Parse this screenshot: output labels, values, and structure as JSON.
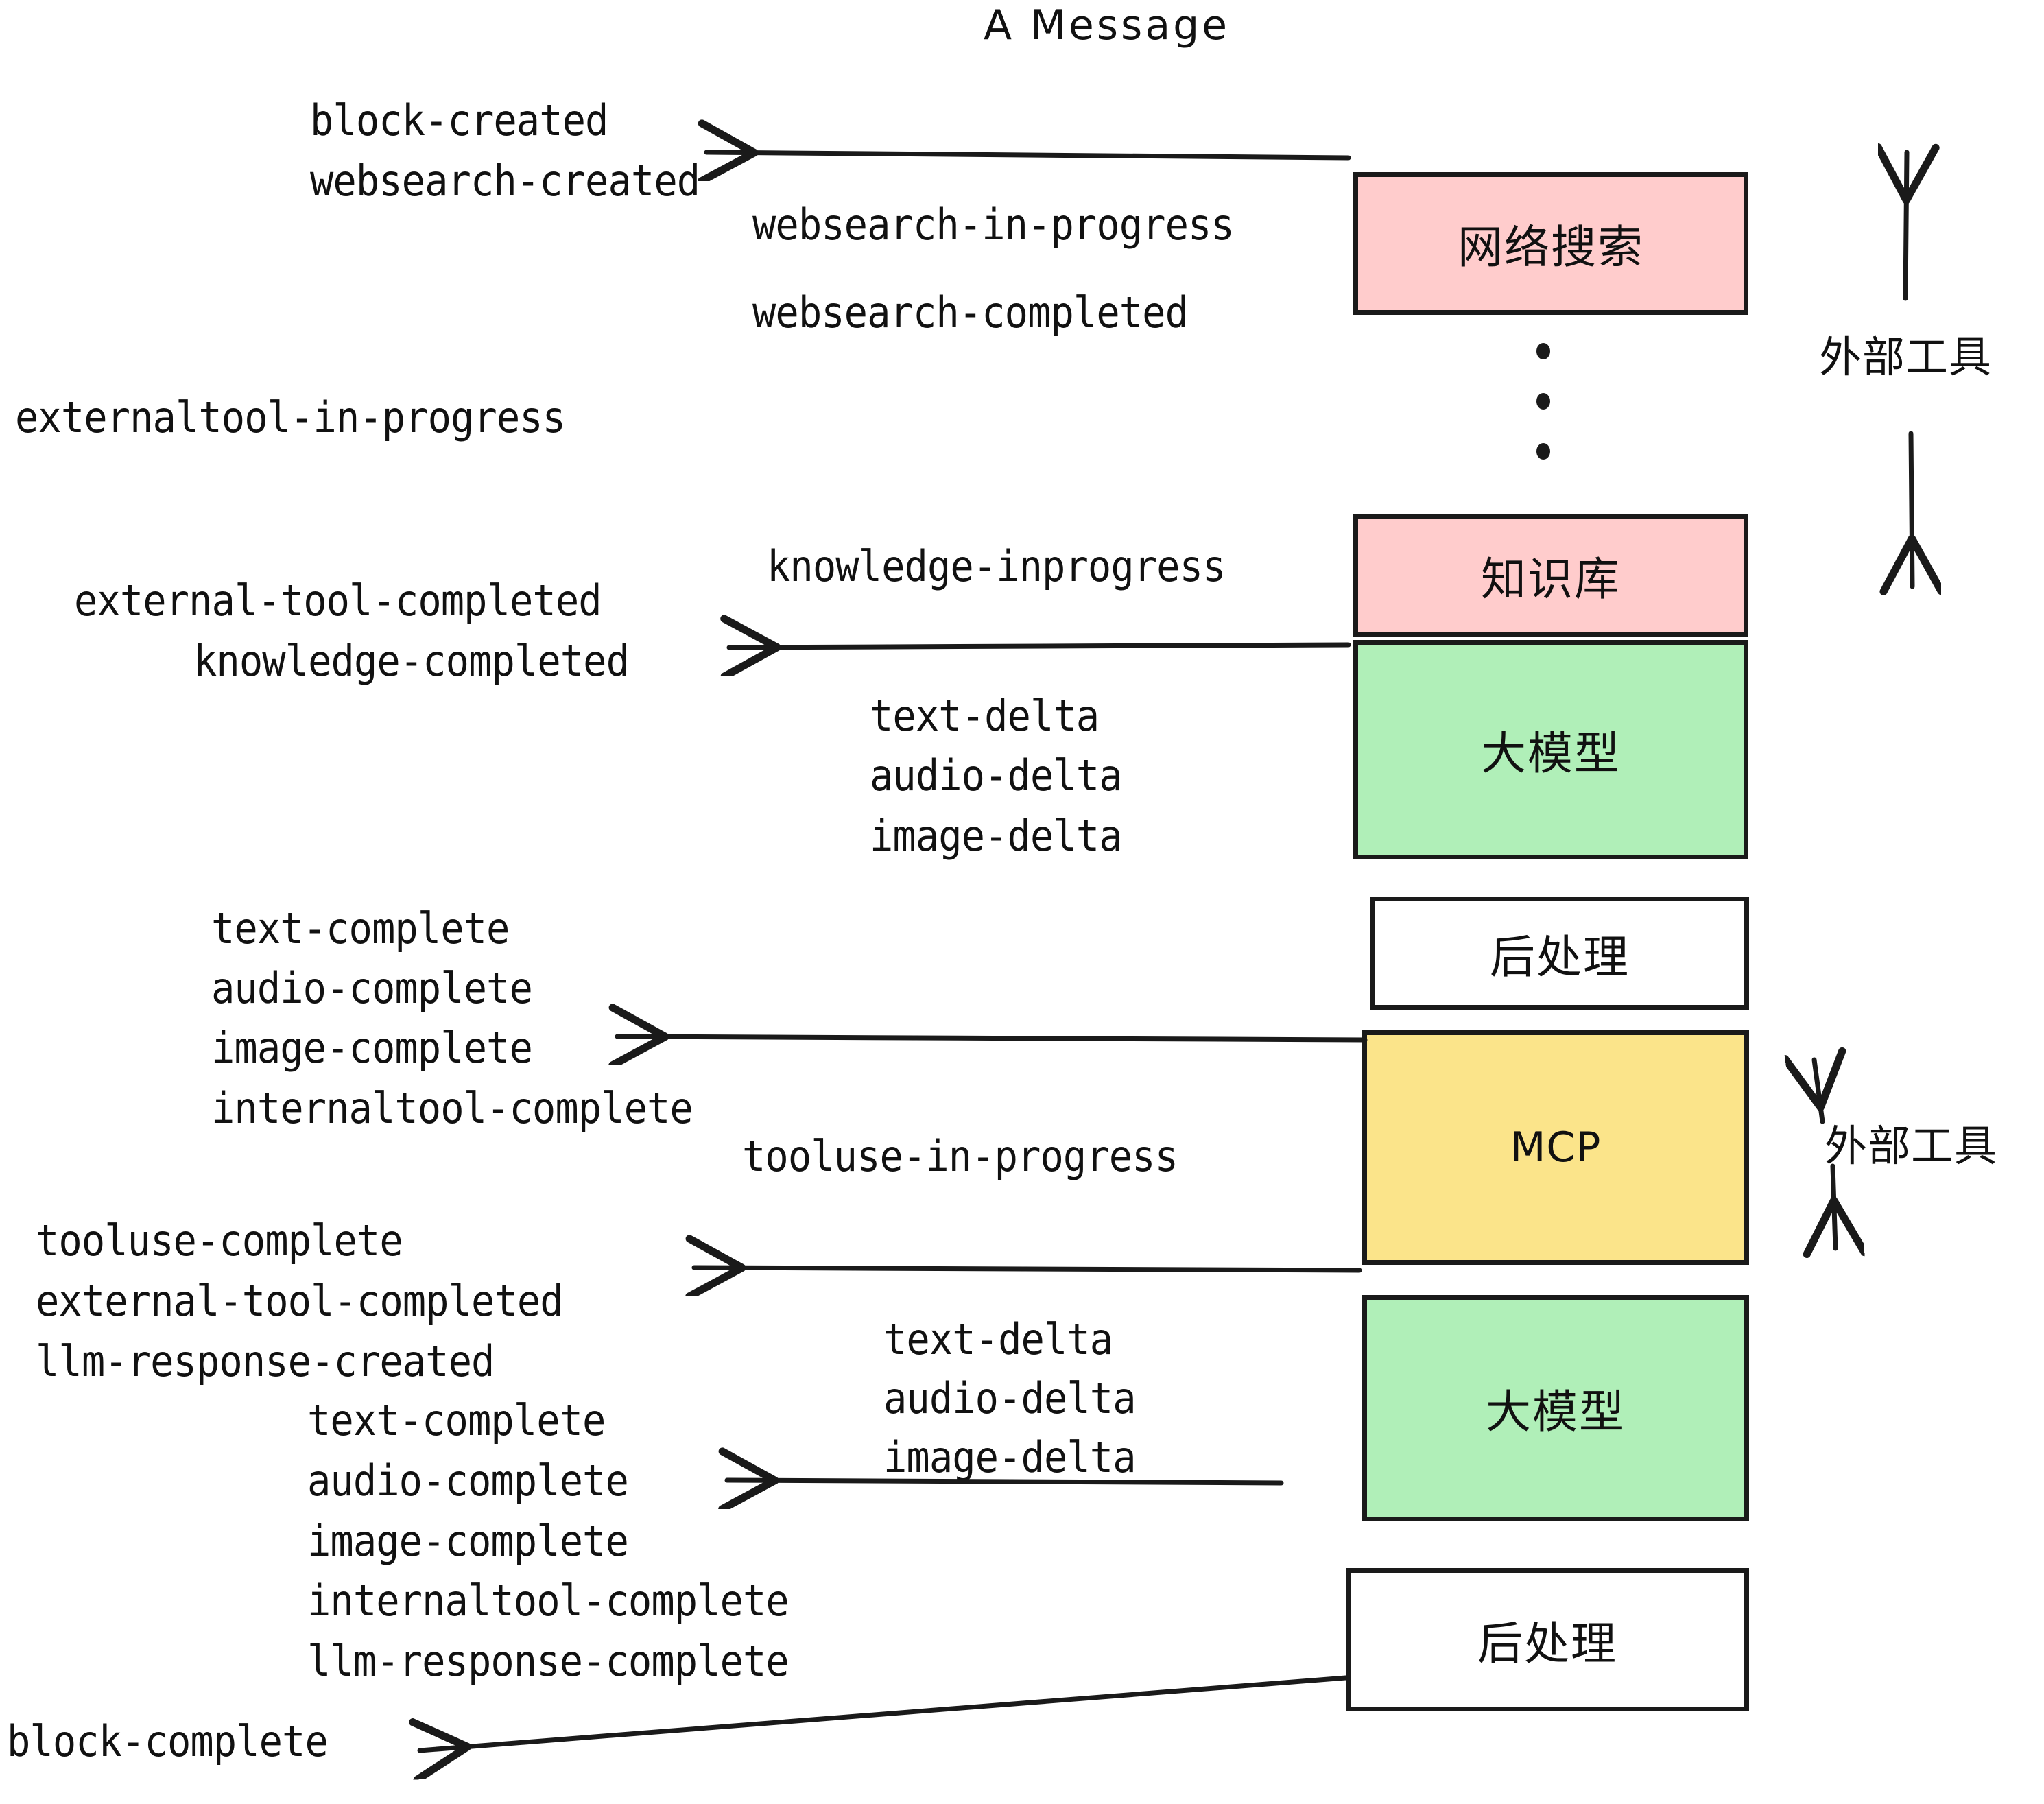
{
  "diagram": {
    "title": "A Message",
    "type": "sequence-flow",
    "background": "#ffffff",
    "colors": {
      "pink": "#ffcccc",
      "green": "#b0efb8",
      "yellow": "#fbe48a",
      "white": "#ffffff",
      "stroke": "#1a1a1a",
      "text": "#111111"
    }
  },
  "nodes": [
    {
      "id": "websearch",
      "label": "网络搜索",
      "fill": "#ffcccc",
      "script": "cjk"
    },
    {
      "id": "knowledge",
      "label": "知识库",
      "fill": "#ffcccc",
      "script": "cjk"
    },
    {
      "id": "llm-1",
      "label": "大模型",
      "fill": "#b0efb8",
      "script": "cjk"
    },
    {
      "id": "postproc-1",
      "label": "后处理",
      "fill": "#ffffff",
      "script": "cjk"
    },
    {
      "id": "mcp",
      "label": "MCP",
      "fill": "#fbe48a",
      "script": "latin"
    },
    {
      "id": "llm-2",
      "label": "大模型",
      "fill": "#b0efb8",
      "script": "cjk"
    },
    {
      "id": "postproc-2",
      "label": "后处理",
      "fill": "#ffffff",
      "script": "cjk"
    }
  ],
  "side_labels": [
    {
      "id": "external-tools-top",
      "label": "外部工具"
    },
    {
      "id": "external-tools-bottom",
      "label": "外部工具"
    }
  ],
  "events": {
    "block_created": "block-created",
    "websearch_created": "websearch-created",
    "websearch_in_progress": "websearch-in-progress",
    "websearch_completed": "websearch-completed",
    "externaltool_in_progress": "externaltool-in-progress",
    "knowledge_inprogress": "knowledge-inprogress",
    "external_tool_completed_1": "external-tool-completed",
    "knowledge_completed": "knowledge-completed",
    "text_delta_1": "text-delta",
    "audio_delta_1": "audio-delta",
    "image_delta_1": "image-delta",
    "text_complete_1": "text-complete",
    "audio_complete_1": "audio-complete",
    "image_complete_1": "image-complete",
    "internaltool_complete_1": "internaltool-complete",
    "tooluse_in_progress": "tooluse-in-progress",
    "tooluse_complete": "tooluse-complete",
    "external_tool_completed_2": "external-tool-completed",
    "llm_response_created": "llm-response-created",
    "text_delta_2": "text-delta",
    "audio_delta_2": "audio-delta",
    "image_delta_2": "image-delta",
    "text_complete_2": "text-complete",
    "audio_complete_2": "audio-complete",
    "image_complete_2": "image-complete",
    "internaltool_complete_2": "internaltool-complete",
    "llm_response_complete": "llm-response-complete",
    "block_complete": "block-complete"
  }
}
